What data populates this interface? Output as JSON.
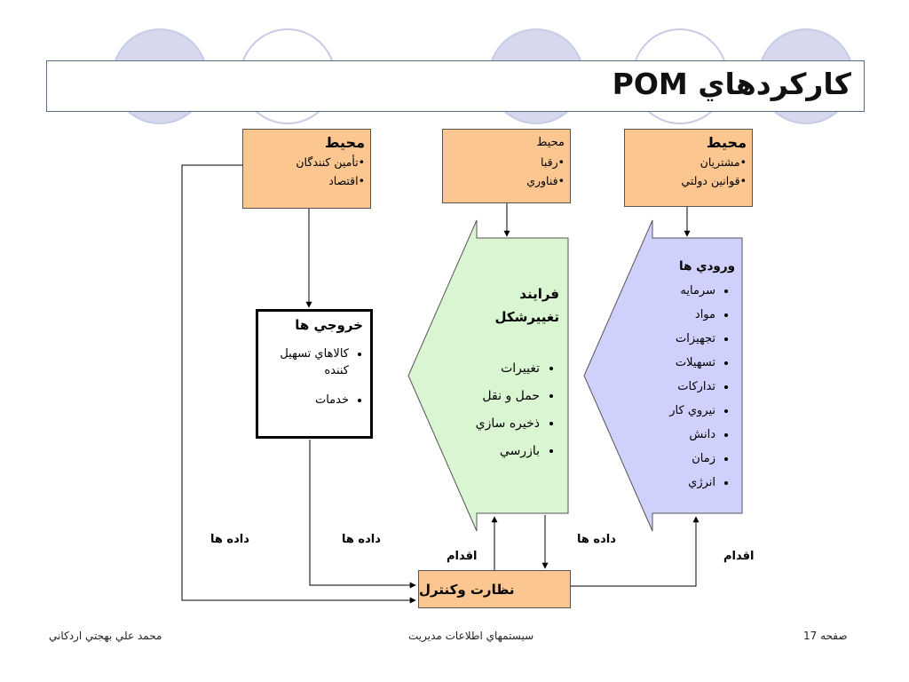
{
  "title": "كاركردهاي POM",
  "env_left": {
    "heading": "محيط",
    "items": [
      "تأمين كنندگان",
      "اقتصاد"
    ]
  },
  "env_mid": {
    "heading": "محيط",
    "items": [
      "رقبا",
      "فناوري"
    ]
  },
  "env_right": {
    "heading": "محيط",
    "items": [
      "مشتريان",
      "قوانين دولتي"
    ]
  },
  "outputs": {
    "heading": "خروجي ها",
    "items": [
      "كالاهاي تسهيل كننده",
      "خدمات"
    ]
  },
  "process": {
    "title_line1": "فرايند",
    "title_line2": "تغييرشكل",
    "items": [
      "تغييرات",
      "حمل و نقل",
      "ذخيره سازي",
      "بازرسي"
    ]
  },
  "inputs": {
    "heading": "ورودي ها",
    "items": [
      "سرمايه",
      "مواد",
      "تجهيزات",
      "تسهيلات",
      "تداركات",
      "نيروي كار",
      "دانش",
      "زمان",
      "انرژي"
    ]
  },
  "control": {
    "label": "نظارت وكنترل"
  },
  "flow_labels": {
    "data1": "داده ها",
    "data2": "داده ها",
    "data3": "داده ها",
    "action1": "اقدام",
    "action2": "اقدام"
  },
  "footer": {
    "page": "صفحه 17",
    "course": "سيستمهاي اطلاعات مديريت",
    "author": "محمد علي بهجتي اردكاني"
  },
  "colors": {
    "env_fill": "#fbc690",
    "process_fill": "#d9f5d2",
    "inputs_fill": "#cfd0fb",
    "deco_circle": "#d6d8ee",
    "title_border": "#5a6d86"
  }
}
